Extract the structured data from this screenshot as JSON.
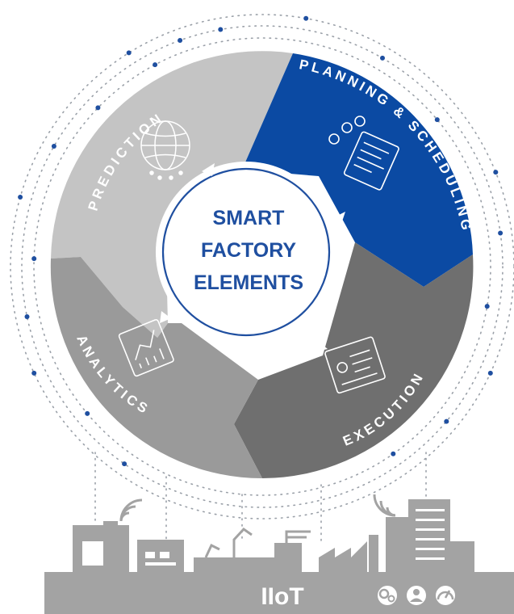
{
  "diagram": {
    "center": {
      "lines": [
        "SMART",
        "FACTORY",
        "ELEMENTS"
      ]
    },
    "segments": [
      {
        "id": "prediction",
        "label": "PREDICTION",
        "icon": "globe-network-icon",
        "color": "#c4c4c4"
      },
      {
        "id": "planning",
        "label": "PLANNING & SCHEDULING",
        "icon": "schedule-tablet-icon",
        "color": "#0b4aa3"
      },
      {
        "id": "execution",
        "label": "EXECUTION",
        "icon": "monitor-execution-icon",
        "color": "#6f6f6f"
      },
      {
        "id": "analytics",
        "label": "ANALYTICS",
        "icon": "analytics-tablet-icon",
        "color": "#9a9a9a"
      }
    ],
    "footer": {
      "label": "IIoT",
      "icons": [
        "gears-icon",
        "user-icon",
        "gauge-icon"
      ],
      "color": "#a3a3a3"
    },
    "accent": "#1f4fa0",
    "orbit_dot_color": "#1f4fa0"
  }
}
